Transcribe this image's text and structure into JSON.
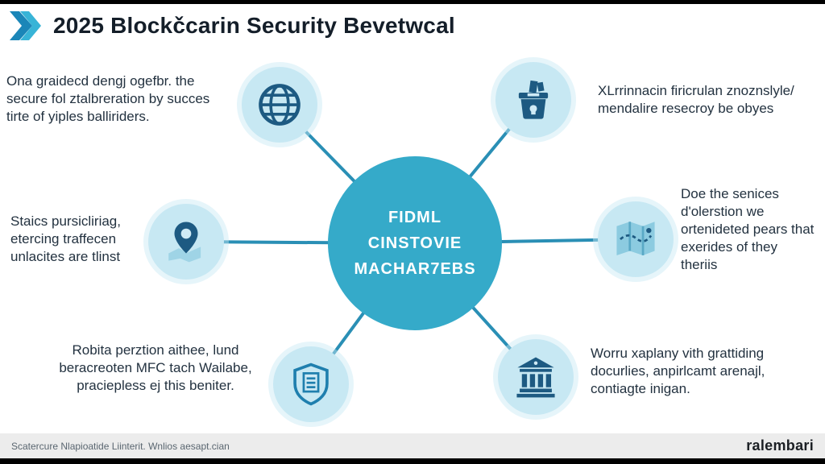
{
  "header": {
    "title": "2025 Blockčcarin Security Bevetwcal"
  },
  "center": {
    "line1": "FIDML",
    "line2": "CINSTOVIE",
    "line3": "MACHAR7EBS"
  },
  "nodes": {
    "top_left": {
      "icon": "globe-grid-icon",
      "text": "Ona graidecd dengj ogefbr. the secure fol ztalbreration by succes tirte of yiples balliriders."
    },
    "top_right": {
      "icon": "ballot-box-icon",
      "text": "XLrrinnacin firicrulan znoznslyle/ mendalire resecroy be obyes"
    },
    "mid_left": {
      "icon": "map-pin-icon",
      "text": "Staics pursicliriag, etercing traffecen unlacites are tlinst"
    },
    "mid_right": {
      "icon": "folded-map-icon",
      "text": "Doe the senices d'olerstion we ortenideted pears that exerides of they theriis"
    },
    "bottom_left": {
      "icon": "shield-document-icon",
      "text": "Robita perztion aithee, lund beracreoten MFC tach Wailabe, praciepless ej this beniter."
    },
    "bottom_right": {
      "icon": "bank-building-icon",
      "text": "Worru xaplany vith grattiding docurlies, anpirlcamt arenajl, contiagte inigan."
    }
  },
  "footer": {
    "source": "Scatercure Nlapioatide Liinterit. Wnlios aesapt.cian",
    "brand": "ralembari"
  },
  "colors": {
    "accent_teal": "#35aac9",
    "node_bg": "#c7e8f3",
    "icon_blue": "#1d5a82",
    "spoke_line": "#2a8fb5"
  }
}
